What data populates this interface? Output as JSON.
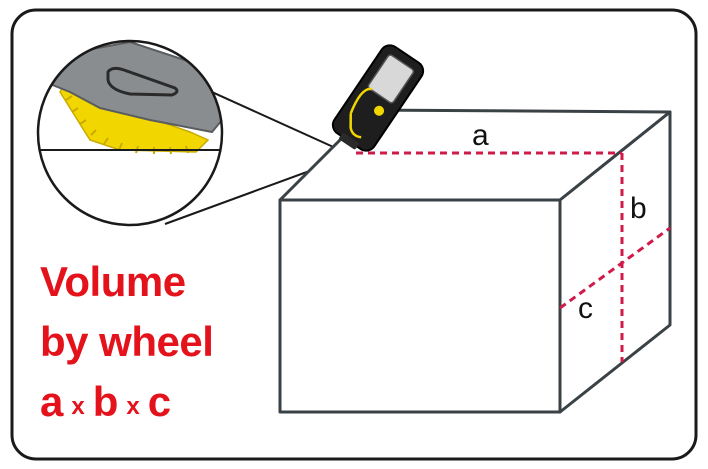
{
  "caption": {
    "line1": "Volume",
    "line2": "by wheel",
    "formula": {
      "a": "a",
      "op1": "x",
      "b": "b",
      "op2": "x",
      "c": "c"
    }
  },
  "dimensions": {
    "a": "a",
    "b": "b",
    "c": "c"
  },
  "colors": {
    "frame": "#1a1a1a",
    "box_outline": "#3b4246",
    "dimension_line": "#d01a4a",
    "caption": "#e3121b",
    "wheel": "#f2d600",
    "device_body": "#1e1e1e",
    "device_housing": "#8a8d90"
  },
  "icons": [
    "measuring-wheel-device-icon",
    "wheel-magnifier-icon"
  ]
}
